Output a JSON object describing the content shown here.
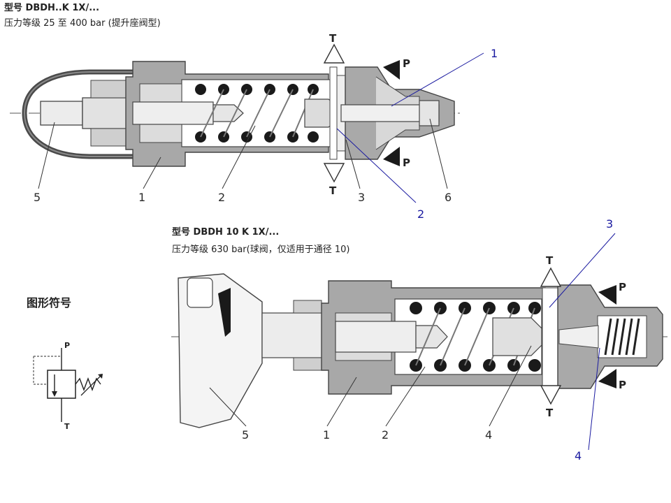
{
  "header_top": {
    "model": "型号 DBDH..K 1X/...",
    "pressure": "压力等级 25 至 400 bar (提升座阀型)"
  },
  "header_bottom": {
    "model": "型号 DBDH 10 K 1X/...",
    "pressure": "压力等级 630 bar(球阀，仅适用于通径 10)"
  },
  "symbol": {
    "title": "图形符号",
    "port_p": "P",
    "port_t": "T"
  },
  "top_valve": {
    "port_t_upper": "T",
    "port_t_lower": "T",
    "port_p_upper": "P",
    "port_p_lower": "P",
    "parts": [
      "5",
      "1",
      "2",
      "3",
      "6"
    ],
    "blue_callouts": [
      "1",
      "2"
    ]
  },
  "bottom_valve": {
    "port_t_upper": "T",
    "port_t_lower": "T",
    "port_p_upper": "P",
    "port_p_lower": "P",
    "parts": [
      "5",
      "1",
      "2",
      "4"
    ],
    "blue_callouts": [
      "3",
      "4"
    ]
  },
  "colors": {
    "body_gray": "#a9a9a9",
    "dark_gray": "#6f6f6f",
    "light_gray": "#d9d9d9",
    "callout_blue": "#1a1aa0"
  }
}
